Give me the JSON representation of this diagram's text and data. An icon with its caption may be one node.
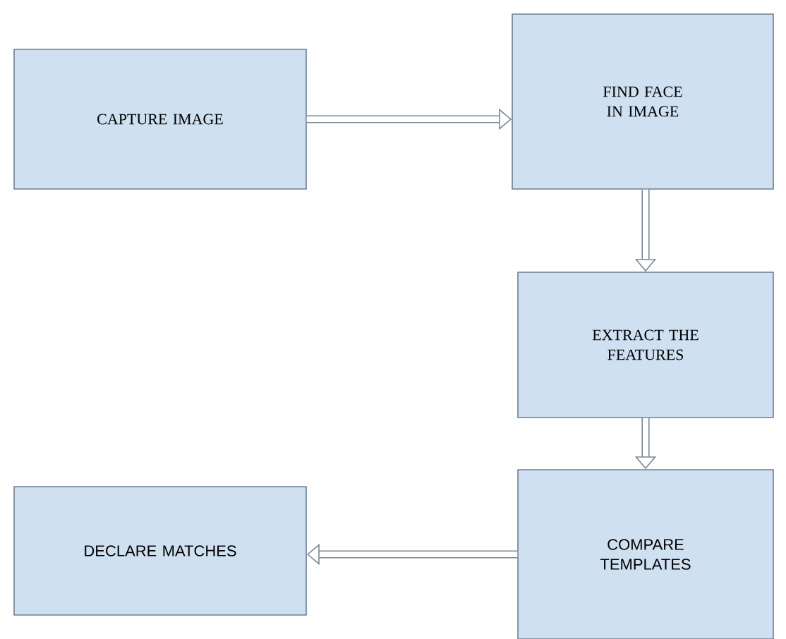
{
  "diagram": {
    "nodes": [
      {
        "text": [
          "CAPTURE IMAGE"
        ]
      },
      {
        "text": [
          "FIND FACE IN IMAGE"
        ]
      },
      {
        "text": [
          "EXTRACT THE FEATURES"
        ]
      },
      {
        "text": [
          "COMPARE TEMPLATES"
        ]
      },
      {
        "text": [
          "DECLARE MATCHES"
        ]
      }
    ],
    "edges": [
      {
        "from": 0,
        "to": 1,
        "arrow": "to"
      },
      {
        "from": 1,
        "to": 2,
        "arrow": "to"
      },
      {
        "from": 2,
        "to": 3,
        "arrow": "to"
      },
      {
        "from": 3,
        "to": 4,
        "arrow": "to"
      }
    ]
  }
}
